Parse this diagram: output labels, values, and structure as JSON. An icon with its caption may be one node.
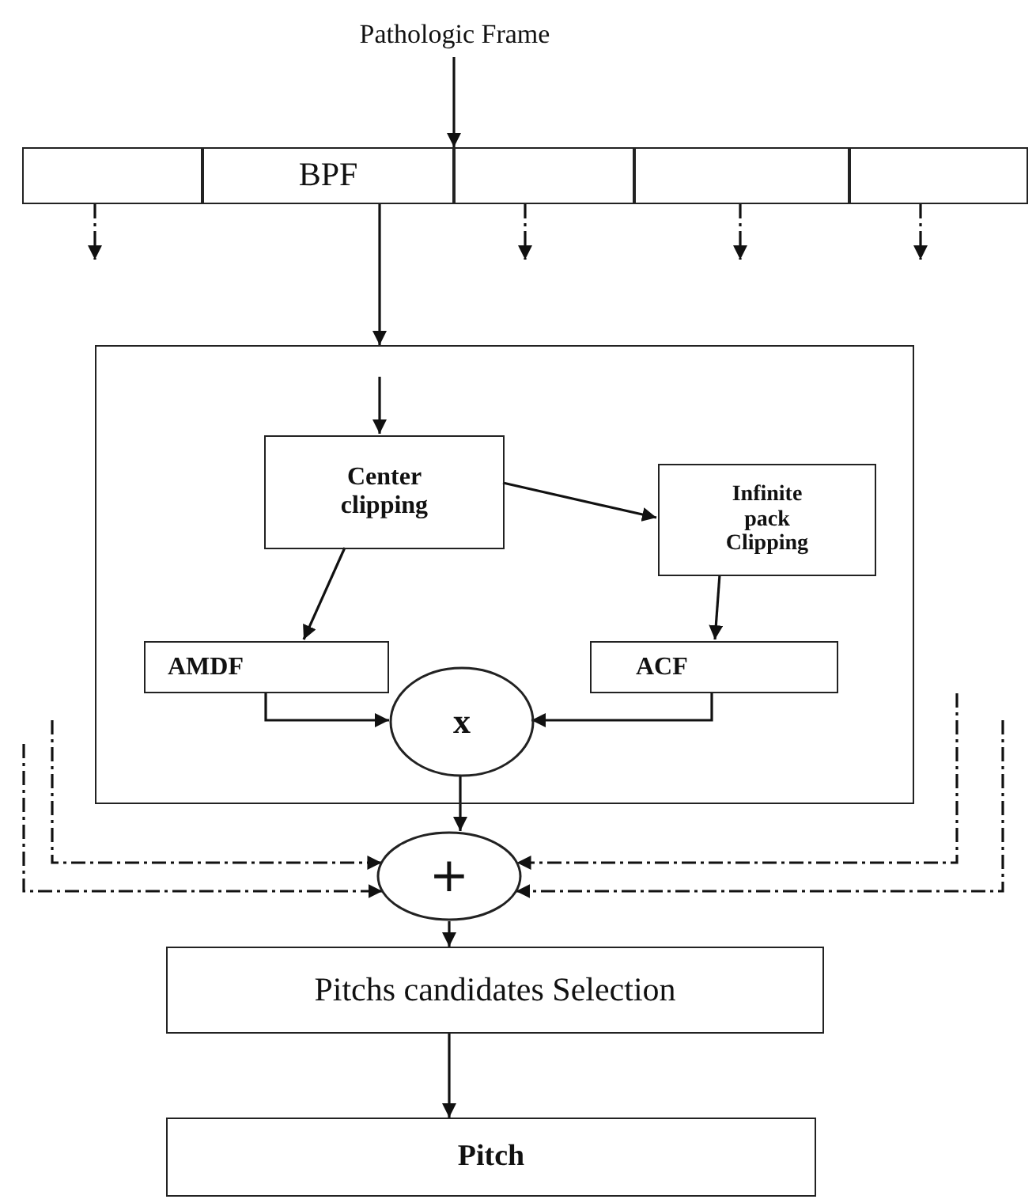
{
  "diagram": {
    "nodes": [
      {
        "text": [
          "Pathologic Frame"
        ]
      },
      {
        "text": [],
        "shape": "box"
      },
      {
        "text": [
          "BPF"
        ]
      },
      {
        "text": [],
        "shape": "box"
      },
      {
        "text": [],
        "shape": "box"
      },
      {
        "text": [],
        "shape": "box"
      },
      {
        "text": [],
        "shape": "box"
      },
      {
        "text": [
          "Center clipping"
        ],
        "in": 6
      },
      {
        "text": [
          "Infinite pack Clipping"
        ],
        "in": 6
      },
      {
        "text": [
          "AMDF"
        ],
        "in": 6
      },
      {
        "text": [
          "ACF"
        ],
        "in": 6
      },
      {
        "text": [
          "x"
        ],
        "in": 6
      },
      {
        "text": [
          "+"
        ]
      },
      {
        "text": [
          "Pitchs candidates Selection"
        ]
      },
      {
        "text": [
          "Pitch"
        ]
      }
    ],
    "edges": [
      {
        "from": 0,
        "to": 2,
        "arrow": "to"
      },
      {
        "from": 1,
        "to": null,
        "arrow": "to",
        "style": "dashed"
      },
      {
        "from": 3,
        "to": null,
        "arrow": "to",
        "style": "dashed"
      },
      {
        "from": 4,
        "to": null,
        "arrow": "to",
        "style": "dashed"
      },
      {
        "from": 5,
        "to": null,
        "arrow": "to",
        "style": "dashed"
      },
      {
        "from": 2,
        "to": 6,
        "arrow": "to"
      },
      {
        "from": null,
        "to": 7,
        "arrow": "to"
      },
      {
        "from": 7,
        "to": 8,
        "arrow": "to"
      },
      {
        "from": 7,
        "to": 9,
        "arrow": "to"
      },
      {
        "from": 8,
        "to": 10,
        "arrow": "to"
      },
      {
        "from": 9,
        "to": 11,
        "arrow": "to"
      },
      {
        "from": 10,
        "to": 11,
        "arrow": "to"
      },
      {
        "from": 11,
        "to": 12,
        "arrow": "to"
      },
      {
        "from": 12,
        "to": 13,
        "arrow": "to"
      },
      {
        "from": 13,
        "to": 14,
        "arrow": "to"
      },
      {
        "from": null,
        "to": 12,
        "arrow": "to",
        "style": "dashed"
      },
      {
        "from": null,
        "to": 12,
        "arrow": "to",
        "style": "dashed"
      },
      {
        "from": null,
        "to": 12,
        "arrow": "to",
        "style": "dashed"
      },
      {
        "from": null,
        "to": 12,
        "arrow": "to",
        "style": "dashed"
      }
    ]
  }
}
